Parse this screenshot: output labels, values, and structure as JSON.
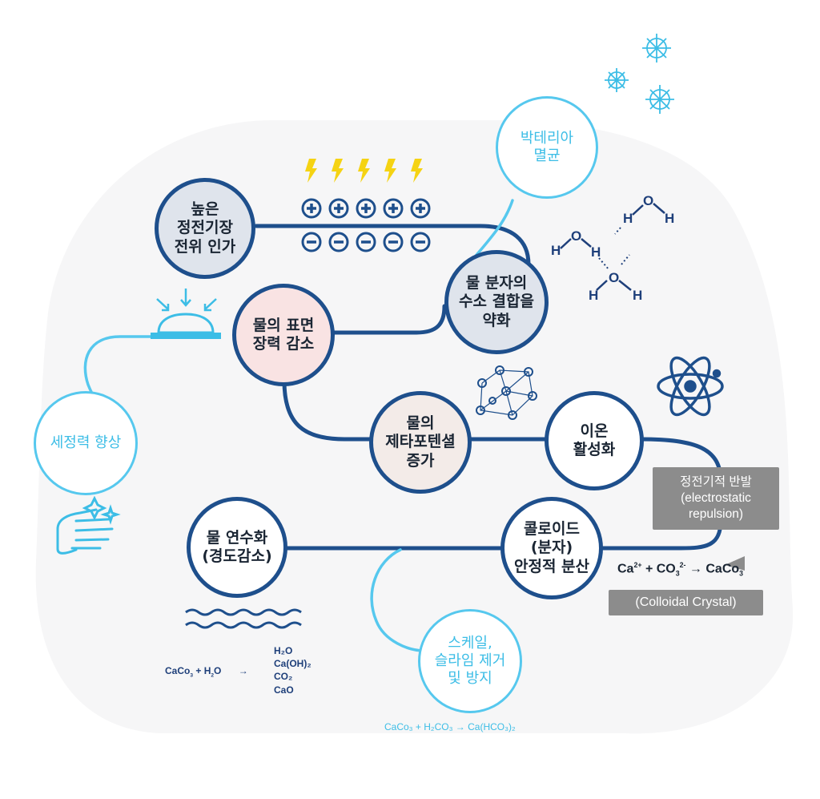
{
  "colors": {
    "main_line": "#1e4f8c",
    "accent_line": "#56c8ee",
    "lightning": "#f5d313",
    "surface": "#3cbde6",
    "label_bg": "#8c8c8c"
  },
  "nodes": {
    "high_voltage": "높은\n정전기장\n전위 인가",
    "hydrogen_bond": "물 분자의\n수소 결합을\n약화",
    "surface_tension": "물의 표면\n장력 감소",
    "zeta_potential": "물의\n제타포텐셜\n증가",
    "ion_activation": "이온\n활성화",
    "colloid": "콜로이드\n(분자)\n안정적 분산",
    "softening": "물 연수화\n(경도감소)"
  },
  "outcomes": {
    "bacteria": "박테리아\n멸균",
    "cleaning": "세정력 향상",
    "scale": "스케일,\n슬라임 제거\n및 방지"
  },
  "labels": {
    "electrostatic": "정전기적 반발\n(electrostatic\nrepulsion)",
    "colloidal_crystal": "(Colloidal Crystal)"
  },
  "formulas": {
    "ca_reaction": {
      "ca": "Ca",
      "ca_charge": "2+",
      "plus": "+ CO",
      "co_sub": "3",
      "co_charge": "2-",
      "arrow": "→ CaCo",
      "product_sub": "3"
    },
    "softening_left": {
      "a": "CaCo",
      "a_sub": "3",
      "b": "+ H",
      "b_sub": "2",
      "c": "O",
      "arrow": "→"
    },
    "softening_products": [
      "H₂O",
      "Ca(OH)₂",
      "CO₂",
      "CaO"
    ],
    "scale_reaction": "CaCo₃ + H₂CO₃ → Ca(HCO₃)₂"
  },
  "molecule_labels": {
    "h": "H",
    "o": "O"
  },
  "icon_names": [
    "lightning-icon",
    "plus-charge-icon",
    "minus-charge-icon",
    "water-molecule-icon",
    "bacteria-icon",
    "atom-icon",
    "molecule-network-icon",
    "droplet-surface-icon",
    "hand-sparkle-icon",
    "wave-icon"
  ]
}
